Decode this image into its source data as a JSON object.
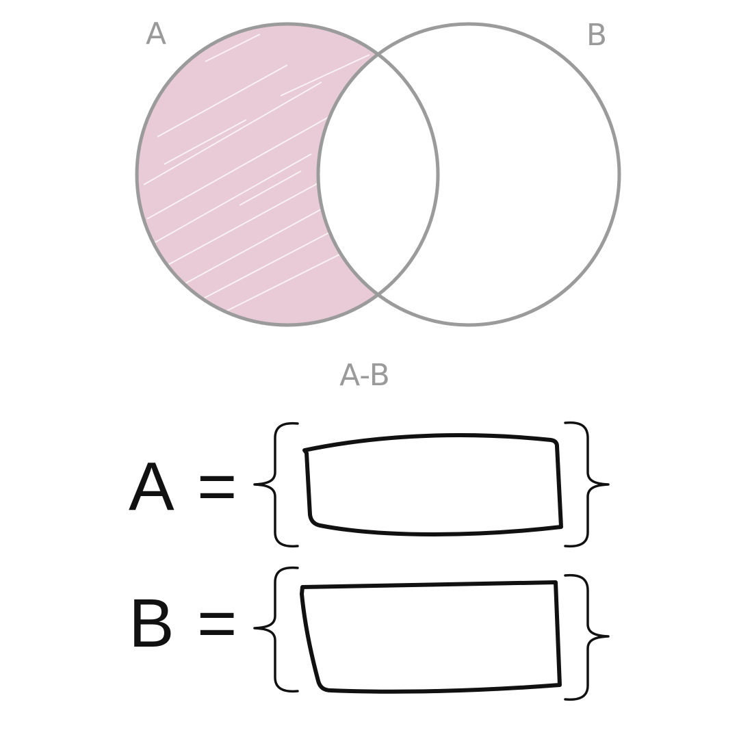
{
  "venn": {
    "set_a_label": "A",
    "set_b_label": "B",
    "caption": "A-B",
    "highlight_color": "#e8cbd6",
    "outline_color": "#9b9b9b",
    "label_color": "#9a9a9a"
  },
  "equations": [
    {
      "name": "A",
      "equals": "=",
      "answer": ""
    },
    {
      "name": "B",
      "equals": "=",
      "answer": ""
    }
  ]
}
